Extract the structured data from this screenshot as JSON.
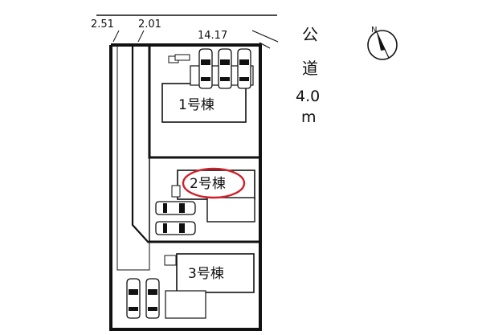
{
  "dimensions": {
    "left_frontage": "2.51",
    "middle_frontage": "2.01",
    "top_frontage": "14.17"
  },
  "road": {
    "char1": "公",
    "char2": "道",
    "width_value": "4.0",
    "width_unit": "m"
  },
  "compass": {
    "north_label": "N"
  },
  "buildings": [
    {
      "label": "1号棟"
    },
    {
      "label": "2号棟",
      "highlighted": true,
      "highlight_color": "#d0202a"
    },
    {
      "label": "3号棟"
    }
  ],
  "colors": {
    "line": "#111111",
    "highlight": "#d0202a"
  }
}
